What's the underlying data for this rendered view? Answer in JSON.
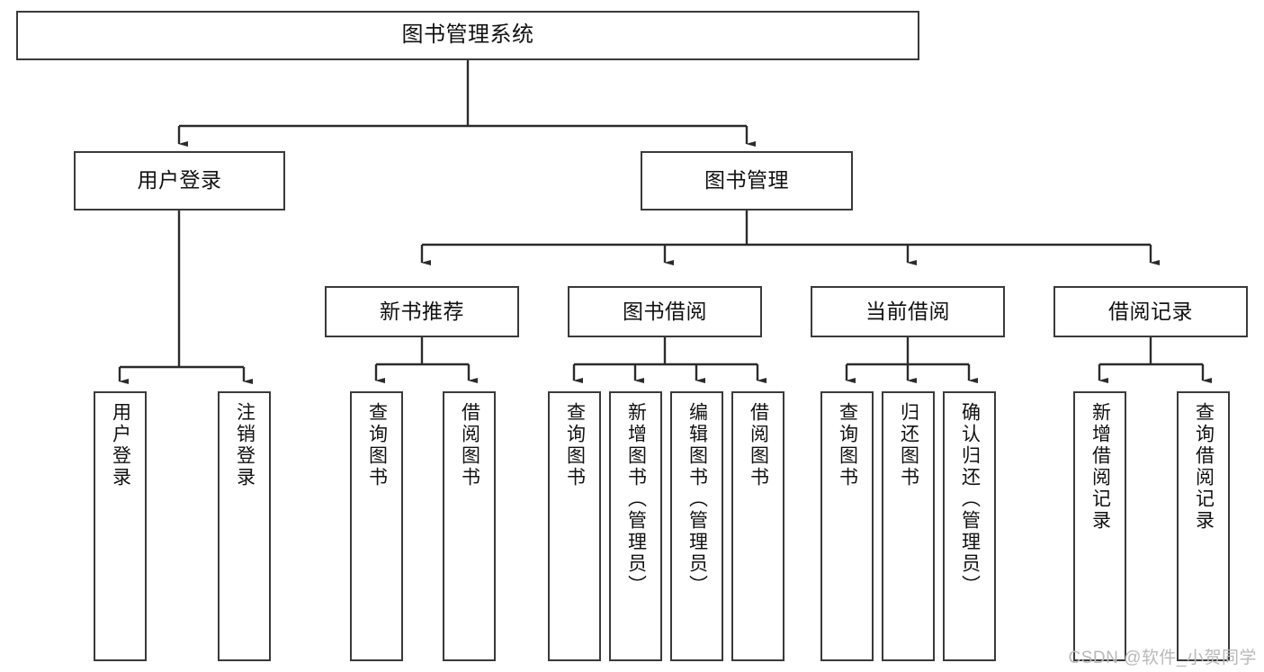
{
  "diagram": {
    "type": "tree-hierarchy",
    "title": "图书管理系统",
    "orientation": "top-down",
    "colors": {
      "box_border": "#3a3a3a",
      "box_fill": "#ffffff",
      "connector": "#2b2b2b",
      "text": "#111111",
      "watermark": "#b9b9b9",
      "background": "#ffffff"
    },
    "root": {
      "label": "图书管理系统"
    },
    "level2": [
      {
        "label": "用户登录"
      },
      {
        "label": "图书管理"
      }
    ],
    "level3": [
      {
        "label": "新书推荐"
      },
      {
        "label": "图书借阅"
      },
      {
        "label": "当前借阅"
      },
      {
        "label": "借阅记录"
      }
    ],
    "leaves": {
      "user_login": [
        {
          "label": "用户登录"
        },
        {
          "label": "注销登录"
        }
      ],
      "new_book_recommend": [
        {
          "label": "查询图书"
        },
        {
          "label": "借阅图书"
        }
      ],
      "book_borrow": [
        {
          "label": "查询图书"
        },
        {
          "label": "新增图书（管理员）"
        },
        {
          "label": "编辑图书（管理员）"
        },
        {
          "label": "借阅图书"
        }
      ],
      "current_borrow": [
        {
          "label": "查询图书"
        },
        {
          "label": "归还图书"
        },
        {
          "label": "确认归还（管理员）"
        }
      ],
      "borrow_records": [
        {
          "label": "新增借阅记录"
        },
        {
          "label": "查询借阅记录"
        }
      ]
    },
    "watermark": "CSDN @软件_小贺同学"
  }
}
